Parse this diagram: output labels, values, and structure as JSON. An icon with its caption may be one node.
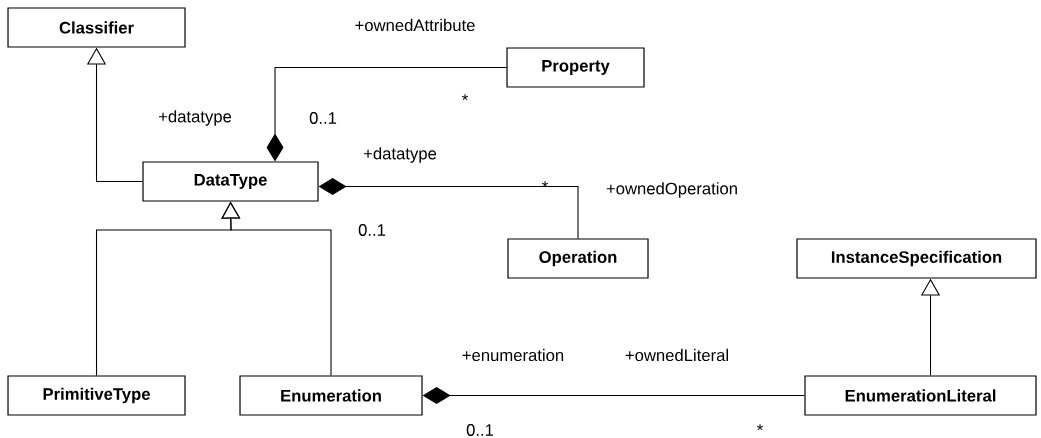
{
  "diagram": {
    "nodes": [
      {
        "text": [
          "Classifier"
        ]
      },
      {
        "text": [
          "Property"
        ]
      },
      {
        "text": [
          "DataType"
        ]
      },
      {
        "text": [
          "Operation"
        ]
      },
      {
        "text": [
          "InstanceSpecification"
        ]
      },
      {
        "text": [
          "PrimitiveType"
        ]
      },
      {
        "text": [
          "Enumeration"
        ]
      },
      {
        "text": [
          "EnumerationLiteral"
        ]
      }
    ],
    "edges": [
      {
        "from": 2,
        "to": 0,
        "arrow": "to"
      },
      {
        "from": 2,
        "to": 1,
        "arrow": "other"
      },
      {
        "from": 2,
        "to": 3,
        "arrow": "other"
      },
      {
        "from": 5,
        "to": 2,
        "arrow": "to"
      },
      {
        "from": 6,
        "to": 2,
        "arrow": "to"
      },
      {
        "from": 6,
        "to": 7,
        "arrow": "other"
      },
      {
        "from": 7,
        "to": 4,
        "arrow": "to"
      }
    ],
    "labels": [
      "+ownedAttribute",
      "*",
      "+datatype",
      "0..1",
      "+datatype",
      "*",
      "+ownedOperation",
      "0..1",
      "+enumeration",
      "+ownedLiteral",
      "0..1",
      "*"
    ]
  }
}
